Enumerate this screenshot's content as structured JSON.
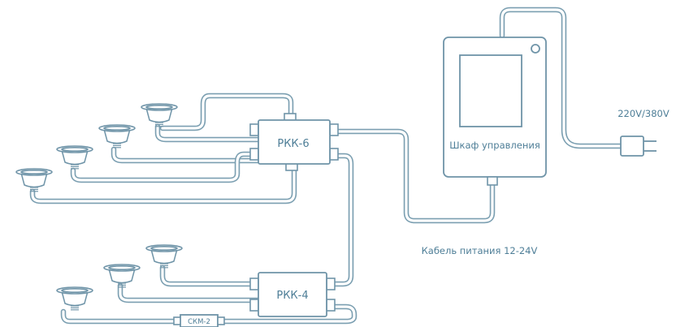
{
  "diagram": {
    "splitter_6_label": "РКК-6",
    "splitter_4_label": "РКК-4",
    "control_cabinet_label": "Шкаф управления",
    "power_cable_label": "Кабель питания 12-24V",
    "mains_voltage_label": "220V/380V",
    "connector_label": "СКМ-2",
    "lamps_on_splitter_6": 4,
    "lamps_on_splitter_4": 3,
    "colors": {
      "line": "#6f94a8",
      "cable": "#7b9fb1",
      "text": "#4e7e97",
      "background": "#ffffff"
    }
  }
}
